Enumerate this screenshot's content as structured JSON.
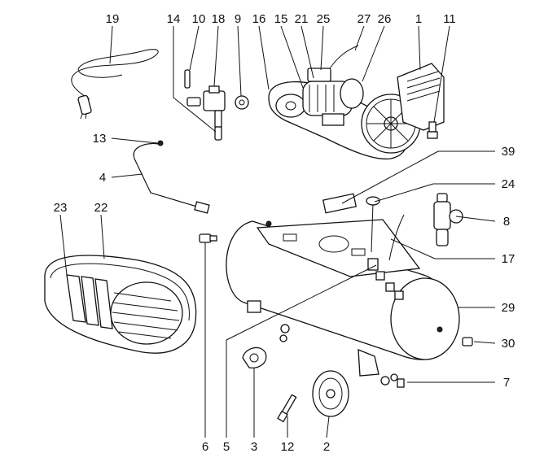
{
  "diagram": {
    "callouts": [
      {
        "id": "c19",
        "text": "19"
      },
      {
        "id": "c14",
        "text": "14"
      },
      {
        "id": "c10",
        "text": "10"
      },
      {
        "id": "c18",
        "text": "18"
      },
      {
        "id": "c9",
        "text": "9"
      },
      {
        "id": "c16",
        "text": "16"
      },
      {
        "id": "c15",
        "text": "15"
      },
      {
        "id": "c21",
        "text": "21"
      },
      {
        "id": "c25",
        "text": "25"
      },
      {
        "id": "c27",
        "text": "27"
      },
      {
        "id": "c26",
        "text": "26"
      },
      {
        "id": "c1",
        "text": "1"
      },
      {
        "id": "c11",
        "text": "11"
      },
      {
        "id": "c13",
        "text": "13"
      },
      {
        "id": "c4",
        "text": "4"
      },
      {
        "id": "c39",
        "text": "39"
      },
      {
        "id": "c24",
        "text": "24"
      },
      {
        "id": "c23",
        "text": "23"
      },
      {
        "id": "c22",
        "text": "22"
      },
      {
        "id": "c8",
        "text": "8"
      },
      {
        "id": "c17",
        "text": "17"
      },
      {
        "id": "c29",
        "text": "29"
      },
      {
        "id": "c30",
        "text": "30"
      },
      {
        "id": "c7",
        "text": "7"
      },
      {
        "id": "c6",
        "text": "6"
      },
      {
        "id": "c5",
        "text": "5"
      },
      {
        "id": "c3",
        "text": "3"
      },
      {
        "id": "c12",
        "text": "12"
      },
      {
        "id": "c2",
        "text": "2"
      }
    ]
  }
}
